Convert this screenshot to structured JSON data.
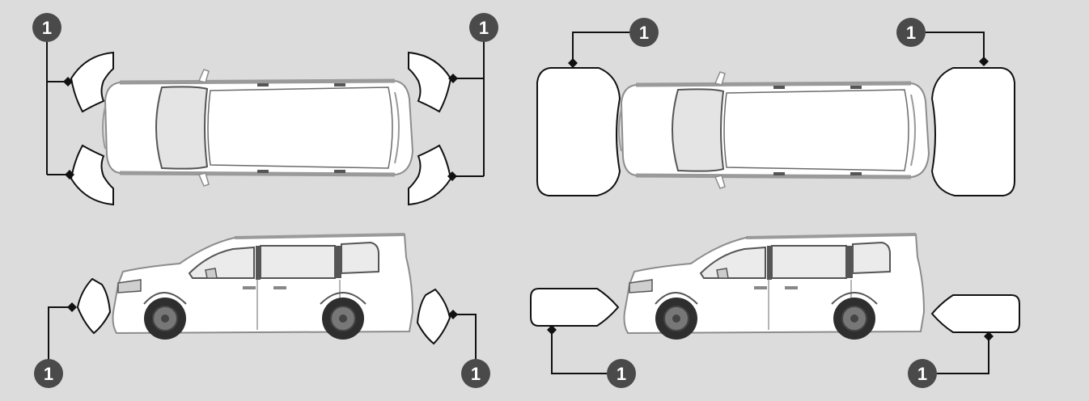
{
  "callout_label": "1",
  "colors": {
    "background": "#dcdcdc",
    "callout_fill": "#4a4a4a",
    "callout_text": "#ffffff",
    "sensor_zone_fill": "#ffffff",
    "line": "#111111",
    "vehicle_body": "#ffffff",
    "vehicle_outline": "#8c8c8c",
    "glass": "#e8e8e8",
    "tire": "#2e2e2e",
    "wheel": "#777777"
  },
  "panels": [
    {
      "view": "top",
      "sensor_type": "corner-sensors",
      "zone_count": 4,
      "callout_count": 2
    },
    {
      "view": "top",
      "sensor_type": "front-rear-sensors",
      "zone_count": 2,
      "callout_count": 2
    },
    {
      "view": "side",
      "sensor_type": "corner-sensors",
      "zone_count": 2,
      "callout_count": 2
    },
    {
      "view": "side",
      "sensor_type": "front-rear-sensors",
      "zone_count": 2,
      "callout_count": 2
    }
  ]
}
